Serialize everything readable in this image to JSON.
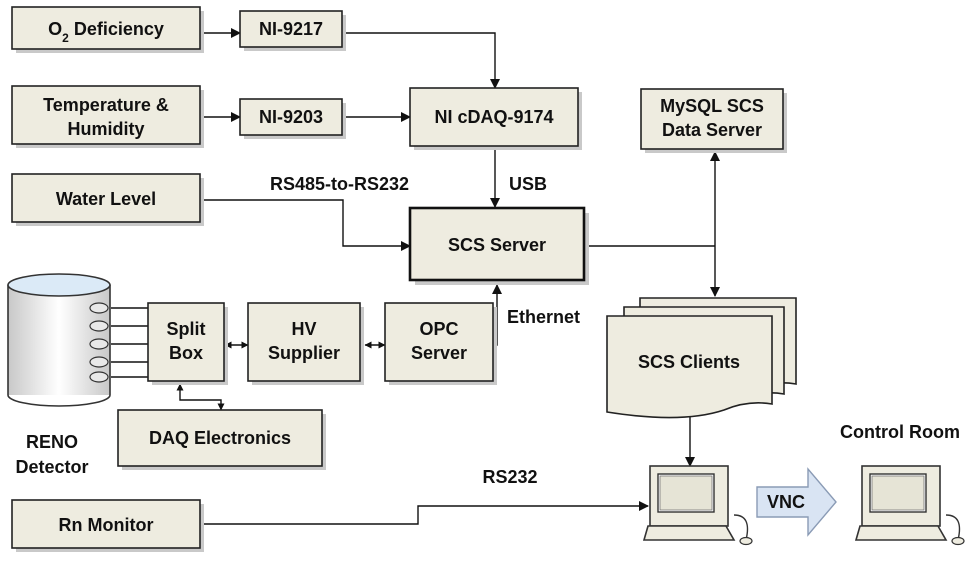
{
  "boxes": {
    "o2_main": "O",
    "o2_sub": "2",
    "o2_rest": " Deficiency",
    "ni9217": "NI-9217",
    "temp_line1": "Temperature &",
    "temp_line2": "Humidity",
    "ni9203": "NI-9203",
    "cdaq": "NI cDAQ-9174",
    "mysql_line1": "MySQL SCS",
    "mysql_line2": "Data Server",
    "water": "Water Level",
    "scs_server": "SCS Server",
    "split_line1": "Split",
    "split_line2": "Box",
    "hv_line1": "HV",
    "hv_line2": "Supplier",
    "opc_line1": "OPC",
    "opc_line2": "Server",
    "scs_clients": "SCS Clients",
    "daq": "DAQ Electronics",
    "rn": "Rn Monitor",
    "vnc": "VNC"
  },
  "labels": {
    "rs485": "RS485-to-RS232",
    "usb": "USB",
    "ethernet": "Ethernet",
    "reno_line1": "RENO",
    "reno_line2": "Detector",
    "rs232": "RS232",
    "control_room": "Control Room"
  },
  "colors": {
    "box_fill": "#eeece0",
    "vnc_arrow_fill": "#d9e4f3",
    "detector_top": "#dbeaf7",
    "monitor_fill": "#eeece0"
  },
  "icons": [
    "detector-cylinder-icon",
    "computer-icon",
    "computer-icon"
  ]
}
